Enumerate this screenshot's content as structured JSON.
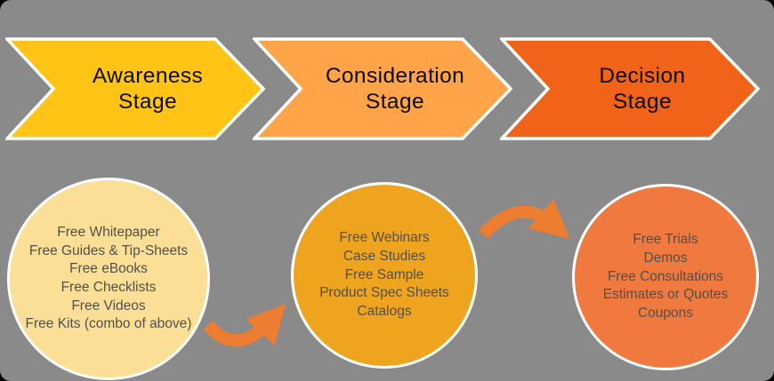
{
  "canvas": {
    "background": "#8a8a8a"
  },
  "funnel_stages": [
    {
      "id": "awareness",
      "lines": [
        "Awareness",
        "Stage"
      ],
      "color": "#FFC415"
    },
    {
      "id": "consideration",
      "lines": [
        "Consideration",
        "Stage"
      ],
      "color": "#FFA449"
    },
    {
      "id": "decision",
      "lines": [
        "Decision",
        "Stage"
      ],
      "color": "#F2631A"
    }
  ],
  "offer_circles": [
    {
      "stage": "awareness",
      "color": "#FBDF96",
      "items": [
        "Free Whitepaper",
        "Free Guides & Tip-Sheets",
        "Free eBooks",
        "Free Checklists",
        "Free Videos",
        "Free Kits (combo of above)"
      ]
    },
    {
      "stage": "consideration",
      "color": "#EFA41F",
      "items": [
        "Free Webinars",
        "Case Studies",
        "Free Sample",
        "Product Spec Sheets",
        "Catalogs"
      ]
    },
    {
      "stage": "decision",
      "color": "#F0793F",
      "items": [
        "Free Trials",
        "Demos",
        "Free Consultations",
        "Estimates or Quotes",
        "Coupons"
      ]
    }
  ],
  "arrows": {
    "color": "#ED7D31"
  }
}
